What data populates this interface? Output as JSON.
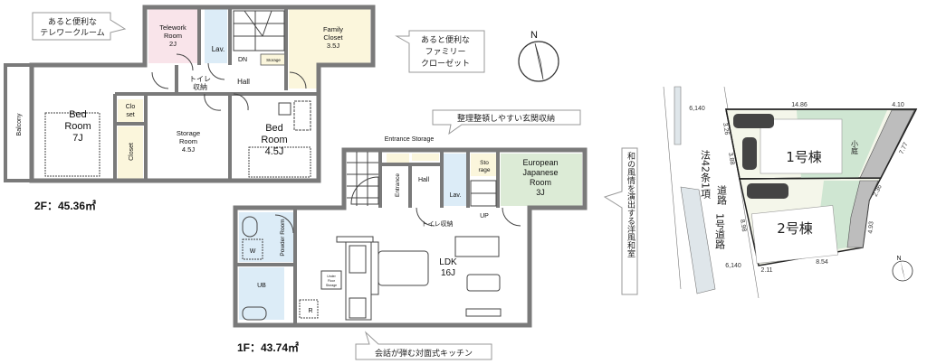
{
  "floor2": {
    "area_label": "2F：45.36㎡",
    "rooms": {
      "telework": [
        "Telework",
        "Room",
        "2J"
      ],
      "lav": "Lav.",
      "dn": "DN",
      "storage_small": "Storage",
      "family_closet": [
        "Family",
        "Closet",
        "3.5J"
      ],
      "toilet_storage": [
        "トイレ",
        "収納"
      ],
      "hall": "Hall",
      "balcony": "Balcony",
      "bedroom1": [
        "Bed",
        "Room",
        "7J"
      ],
      "closet_a": [
        "Clo",
        "set"
      ],
      "closet_b": "Closet",
      "storage_room": [
        "Storage",
        "Room",
        "4.5J"
      ],
      "bedroom2": [
        "Bed",
        "Room",
        "4.5J"
      ]
    },
    "callouts": {
      "telework": [
        "あると便利な",
        "テレワークルーム"
      ],
      "family_closet": [
        "あると便利な",
        "ファミリー",
        "クローゼット"
      ]
    }
  },
  "floor1": {
    "area_label": "1F：43.74㎡",
    "rooms": {
      "entrance_storage": "Entrance Storage",
      "entrance": "Entrance",
      "hall": "Hall",
      "lav": "Lav.",
      "storage": [
        "Sto",
        "rage"
      ],
      "japanese_room": [
        "European",
        "Japanese",
        "Room",
        "3J"
      ],
      "toilet_storage": "トイレ収納",
      "up": "UP",
      "powder_room": "Powder Room",
      "washer": "W",
      "ub": "UB",
      "under_floor": [
        "Under",
        "Floor",
        "Storage"
      ],
      "fridge": "R",
      "ldk": [
        "LDK",
        "16J"
      ]
    },
    "callouts": {
      "entrance": "整理整頓しやすい玄関収納",
      "kitchen": "会話が弾む対面式キッチン",
      "japanese_room": "和の風情を演出する洋風和室"
    }
  },
  "compass": {
    "north_label": "N"
  },
  "site_plan": {
    "building1": "1号棟",
    "building2": "2号棟",
    "small_garden": "小庭",
    "road": [
      "法42条1項",
      "道路",
      "1号道路"
    ],
    "dimensions": {
      "road_width_top": "6,140",
      "road_width_bottom": "6,140",
      "top": "14.86",
      "top_right": "4.10",
      "left1": "3.26",
      "left2": "3.88",
      "left3": "8.98",
      "right1": "7.77",
      "right2": "2.36",
      "right3": "4.93",
      "bottom1": "2.11",
      "bottom2": "8.54"
    },
    "colors": {
      "garden": "#cfe6d2",
      "lot": "#f4f6ea",
      "strip": "#bdbdbd"
    }
  },
  "colors": {
    "telework": "#f9e4ea",
    "lav": "#dcecf7",
    "closet": "#fbf6dc",
    "japanese": "#dcebd6",
    "wall": "#7a7a7a"
  }
}
